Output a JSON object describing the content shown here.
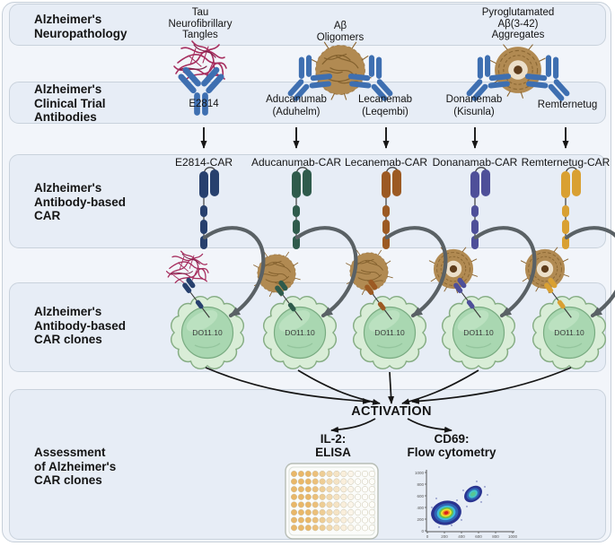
{
  "rows": {
    "neuropathology": "Alzheimer's\nNeuropathology",
    "clinical_trial": "Alzheimer's\nClinical Trial\nAntibodies",
    "car": "Alzheimer's\nAntibody-based\nCAR",
    "car_clones": "Alzheimer's\nAntibody-based\nCAR clones",
    "assessment": "Assessment\nof Alzheimer's\nCAR clones"
  },
  "pathologies": {
    "tau": "Tau\nNeurofibrillary\nTangles",
    "abeta": "Aβ\nOligomers",
    "pyro": "Pyroglutamated\nAβ(3-42)\nAggregates"
  },
  "antibodies": {
    "e2814": "E2814",
    "aducanumab": "Aducanumab\n(Aduhelm)",
    "lecanemab": "Lecanemab\n(Leqembi)",
    "donanemab": "Donanemab\n(Kisunla)",
    "remternetug": "Remternetug"
  },
  "cars": {
    "e2814": "E2814-CAR",
    "aducanumab": "Aducanumab-CAR",
    "lecanemab": "Lecanemab-CAR",
    "donanemab": "Donanamab-CAR",
    "remternetug": "Remternetug-CAR"
  },
  "car_colors": {
    "e2814": "#27406e",
    "aducanumab": "#2f5b4c",
    "lecanemab": "#9c5a23",
    "donanemab": "#4e4f99",
    "remternetug": "#d9a032"
  },
  "antibody_color": "#3e6fb1",
  "tangle_color": "#a62d5e",
  "aggregate_color": "#b18a52",
  "clone_label": "DO11.10",
  "assessment": {
    "activation": "ACTIVATION",
    "il2": "IL-2:\nELISA",
    "cd69": "CD69:\nFlow cytometry"
  },
  "elisa": {
    "rows": 8,
    "column_colors": [
      "#e9b768",
      "#e9b768",
      "#e9b768",
      "#ecc07a",
      "#eecd94",
      "#f2d9ae",
      "#f5e3c4",
      "#f9eedb",
      "#fbf5ea",
      "#fdfdf9",
      "#fdfdf9",
      "#fdfdf9"
    ]
  },
  "flow_plot": {
    "y_ticks": [
      "1000",
      "800",
      "600",
      "400",
      "200",
      "0"
    ],
    "x_ticks": [
      "0",
      "200",
      "400",
      "600",
      "800",
      "1000"
    ],
    "heat_scale": [
      "#2a3490",
      "#2f64b5",
      "#3fbcd8",
      "#6cbf45",
      "#efe32e",
      "#f39120",
      "#d6201c"
    ],
    "populations": [
      {
        "name": "high-density-population",
        "layers": [
          [
            17,
            13.5,
            "#2a3490"
          ],
          [
            13.5,
            10.5,
            "#2f64b5"
          ],
          [
            10.5,
            8,
            "#3fbcd8"
          ],
          [
            8,
            6,
            "#6cbf45"
          ],
          [
            6,
            4.4,
            "#efe32e"
          ],
          [
            4.2,
            3,
            "#f39120"
          ],
          [
            2.5,
            1.8,
            "#d6201c"
          ]
        ]
      },
      {
        "name": "low-density-population",
        "layers": [
          [
            11,
            8,
            "#2a3490"
          ],
          [
            8,
            5.8,
            "#2f64b5"
          ],
          [
            5.5,
            4,
            "#45c4c8"
          ],
          [
            3.2,
            2.2,
            "#57c693"
          ]
        ]
      }
    ]
  }
}
